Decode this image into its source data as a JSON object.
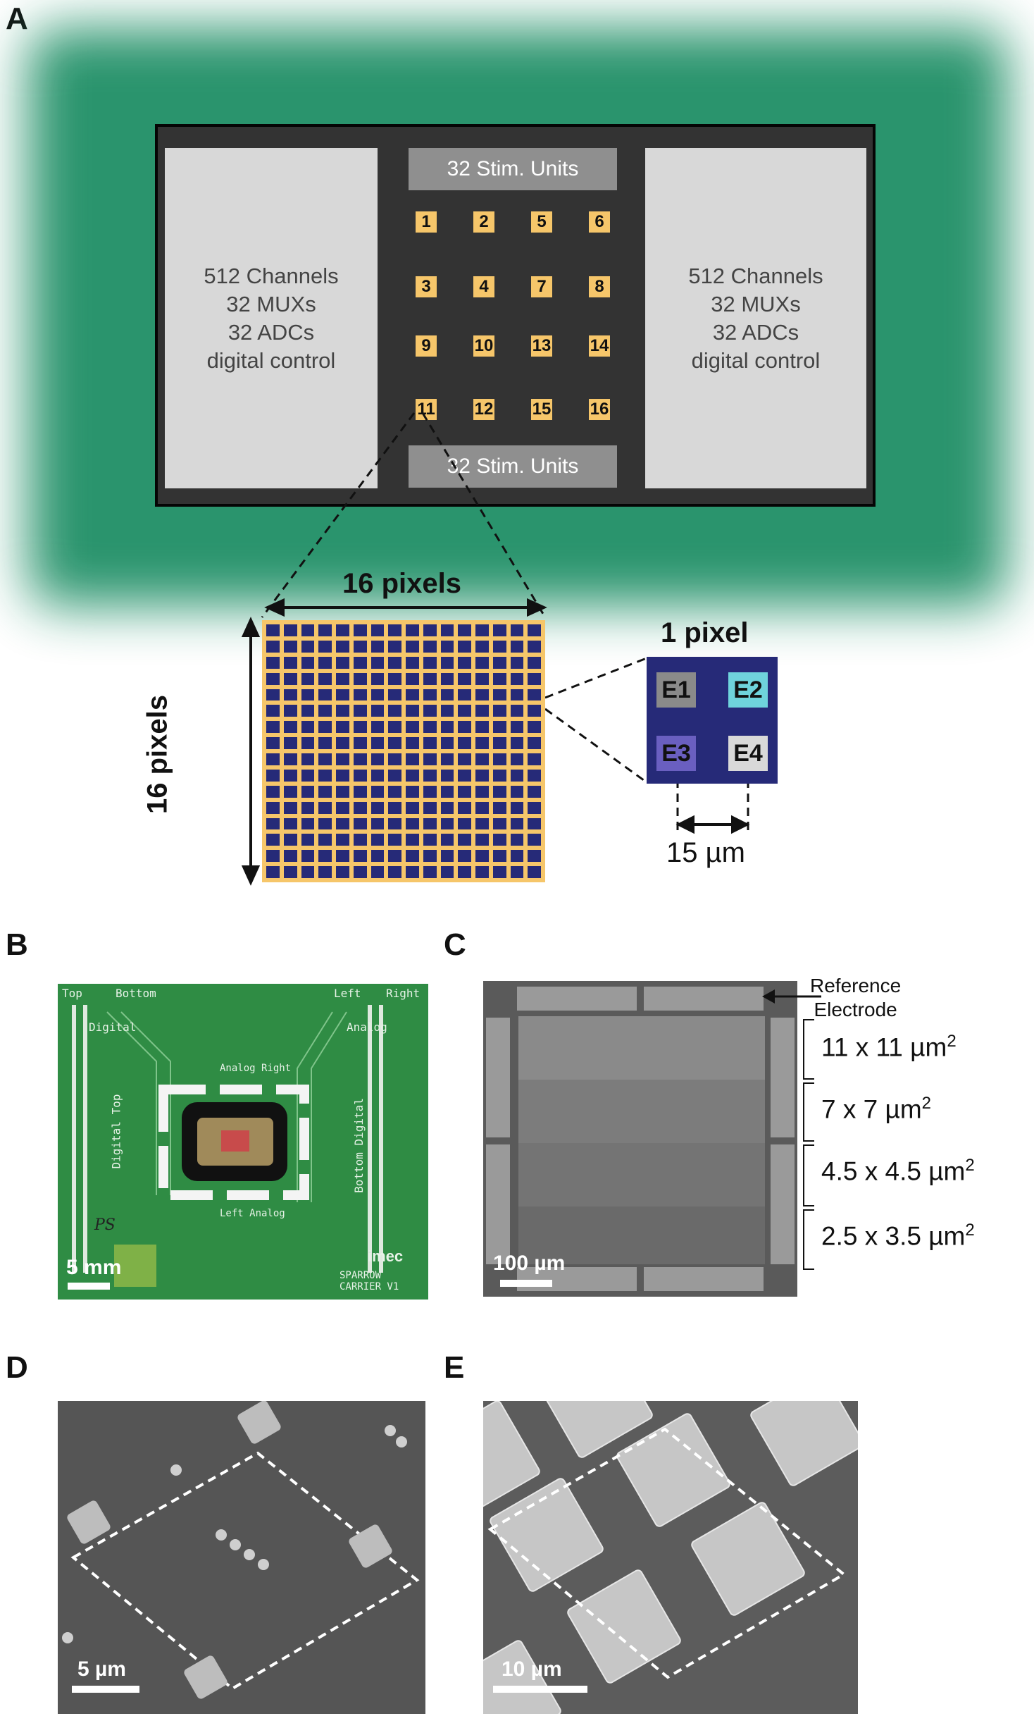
{
  "panels": {
    "a": "A",
    "b": "B",
    "c": "C",
    "d": "D",
    "e": "E"
  },
  "panel_a": {
    "left_block": [
      "512 Channels",
      "32 MUXs",
      "32 ADCs",
      "digital control"
    ],
    "right_block": [
      "512 Channels",
      "32 MUXs",
      "32 ADCs",
      "digital control"
    ],
    "stim_top": "32 Stim. Units",
    "stim_bottom": "32 Stim. Units",
    "cells": [
      "1",
      "2",
      "5",
      "6",
      "3",
      "4",
      "7",
      "8",
      "9",
      "10",
      "13",
      "14",
      "11",
      "12",
      "15",
      "16"
    ],
    "grid_width_label": "16 pixels",
    "grid_height_label": "16 pixels",
    "pixel_title": "1 pixel",
    "electrodes": [
      {
        "label": "E1",
        "color": "#8a8a8a"
      },
      {
        "label": "E2",
        "color": "#6fd3dc"
      },
      {
        "label": "E3",
        "color": "#6a5fc0"
      },
      {
        "label": "E4",
        "color": "#d9d9d9"
      }
    ],
    "pitch_label": "15 µm",
    "colors": {
      "chip": "#333333",
      "glow": "#1f8f66",
      "cell": "#f6c66a",
      "electrode_bg": "#262a78"
    }
  },
  "panel_b": {
    "scale": "5 mm",
    "silkscreen": [
      "Top",
      "Bottom",
      "Left",
      "Right",
      "Digital",
      "Analog",
      "Digital Top",
      "Analog Right",
      "Left Analog",
      "Bottom Digital",
      "imec",
      "SPARROW CARRIER V1",
      "PS"
    ]
  },
  "panel_c": {
    "scale": "100 µm",
    "annotation": [
      "Reference",
      "Electrode"
    ],
    "sizes": [
      "11 x 11 µm",
      "7 x 7 µm",
      "4.5 x 4.5 µm",
      "2.5 x 3.5 µm"
    ],
    "superscript": "2"
  },
  "panel_d": {
    "scale": "5 µm"
  },
  "panel_e": {
    "scale": "10 µm"
  }
}
